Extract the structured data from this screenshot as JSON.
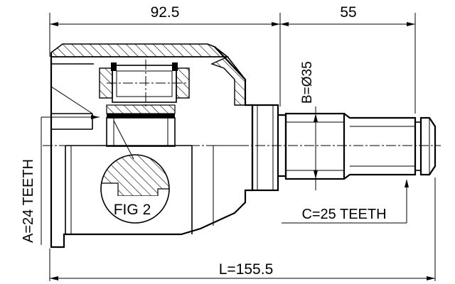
{
  "dimensions": {
    "top_left": "92.5",
    "top_right": "55",
    "bottom_total": "L=155.5",
    "bore": "B=Ø35",
    "left_teeth": "A=24 TEETH",
    "right_teeth": "C=25 TEETH"
  },
  "callout": {
    "label": "FIG 2"
  }
}
